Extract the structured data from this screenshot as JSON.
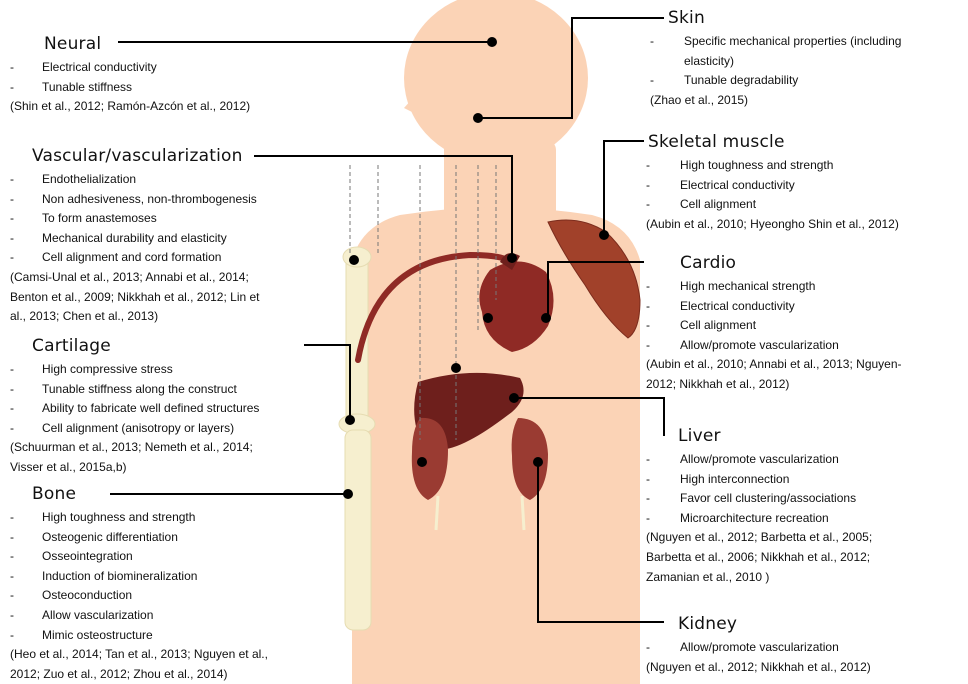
{
  "sections": {
    "neural": {
      "title": "Neural",
      "items": [
        "Electrical conductivity",
        "Tunable stiffness"
      ],
      "refs": "(Shin et al., 2012; Ramón-Azcón et al., 2012)"
    },
    "vascular": {
      "title": "Vascular/vascularization",
      "items": [
        "Endothelialization",
        "Non adhesiveness, non-thrombogenesis",
        "To form anastemoses",
        "Mechanical durability and elasticity",
        "Cell alignment and cord formation"
      ],
      "refs": "(Camsi-Unal et al., 2013; Annabi et al., 2014;\nBenton et al., 2009; Nikkhah et al., 2012; Lin et\nal., 2013; Chen et al., 2013)"
    },
    "cartilage": {
      "title": "Cartilage",
      "items": [
        "High compressive stress",
        "Tunable stiffness along the construct",
        "Ability to fabricate well defined structures",
        "Cell alignment (anisotropy or layers)"
      ],
      "refs": "(Schuurman et al., 2013; Nemeth et al., 2014;\nVisser et al., 2015a,b)"
    },
    "bone": {
      "title": "Bone",
      "items": [
        "High toughness and strength",
        "Osteogenic differentiation",
        "Osseointegration",
        "Induction of biomineralization",
        "Osteoconduction",
        "Allow vascularization",
        "Mimic osteostructure"
      ],
      "refs": "(Heo et al., 2014; Tan et al., 2013; Nguyen et al.,\n2012; Zuo et al., 2012; Zhou et al., 2014)"
    },
    "skin": {
      "title": "Skin",
      "items": [
        "Specific mechanical properties (including\nelasticity)",
        "Tunable degradability"
      ],
      "refs": "(Zhao et al., 2015)"
    },
    "skeletal": {
      "title": "Skeletal muscle",
      "items": [
        "High toughness and strength",
        "Electrical conductivity",
        "Cell alignment"
      ],
      "refs": "(Aubin et al., 2010; Hyeongho Shin et al., 2012)"
    },
    "cardio": {
      "title": "Cardio",
      "items": [
        "High mechanical strength",
        "Electrical conductivity",
        "Cell alignment",
        "Allow/promote vascularization"
      ],
      "refs": "(Aubin et al., 2010; Annabi et al., 2013; Nguyen-\n2012; Nikkhah et al., 2012)"
    },
    "liver": {
      "title": "Liver",
      "items": [
        "Allow/promote vascularization",
        "High interconnection",
        "Favor cell clustering/associations",
        "Microarchitecture recreation"
      ],
      "refs": "(Nguyen et al., 2012; Barbetta et al., 2005;\nBarbetta et al., 2006; Nikkhah et al., 2012;\nZamanian et al., 2010 )"
    },
    "kidney": {
      "title": "Kidney",
      "items": [
        "Allow/promote vascularization"
      ],
      "refs": "(Nguyen et al., 2012; Nikkhah et al., 2012)"
    }
  },
  "colors": {
    "skin_tone": "#fbd3b6",
    "organ_dark": "#6e1f1c",
    "organ_mid": "#8f2a25",
    "bone": "#f6efcf",
    "connector": "#000000"
  }
}
